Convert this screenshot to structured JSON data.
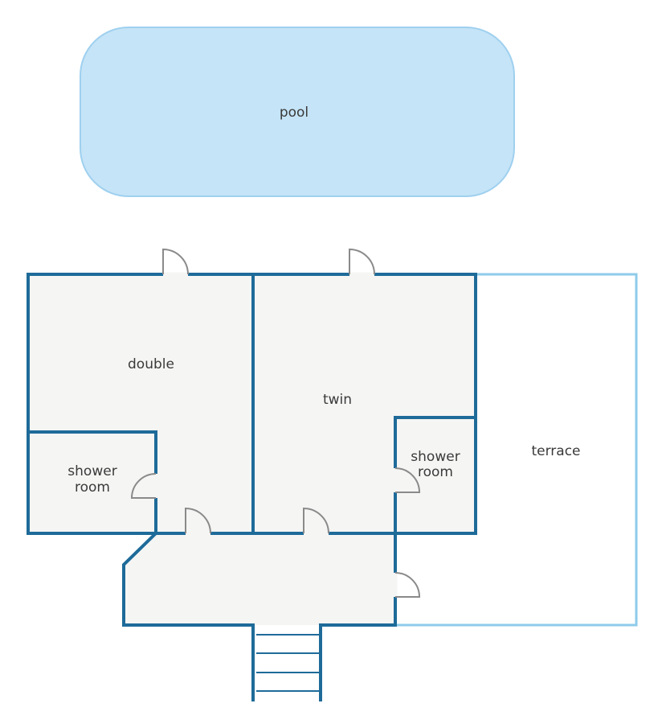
{
  "colors": {
    "wall": "#1e6b99",
    "terrace_outline": "#8ecbea",
    "pool_fill": "#c5e4f7",
    "pool_outline": "#9fd0ef",
    "floor": "#f5f5f4",
    "door": "#8a8a8a",
    "label": "#3a3a3a"
  },
  "rooms": {
    "pool": "pool",
    "double": "double",
    "twin": "twin",
    "shower_left": [
      "shower",
      "room"
    ],
    "shower_right": [
      "shower",
      "room"
    ],
    "terrace": "terrace"
  }
}
